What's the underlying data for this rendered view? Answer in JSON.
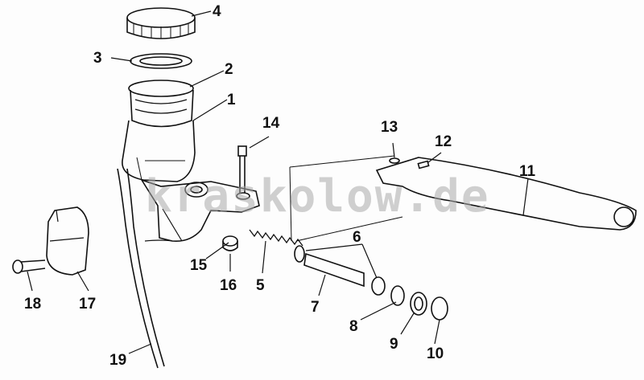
{
  "title": "Clutch master cylinder exploded view",
  "watermark": "kraskolow.de",
  "part_numbers": [
    "1",
    "2",
    "3",
    "4",
    "5",
    "6",
    "7",
    "8",
    "9",
    "10",
    "11",
    "12",
    "13",
    "14",
    "15",
    "16",
    "17",
    "18",
    "19"
  ],
  "colors": {
    "ink": "#111111",
    "paper": "#fdfdfd",
    "watermark": "#aaaaaa"
  }
}
